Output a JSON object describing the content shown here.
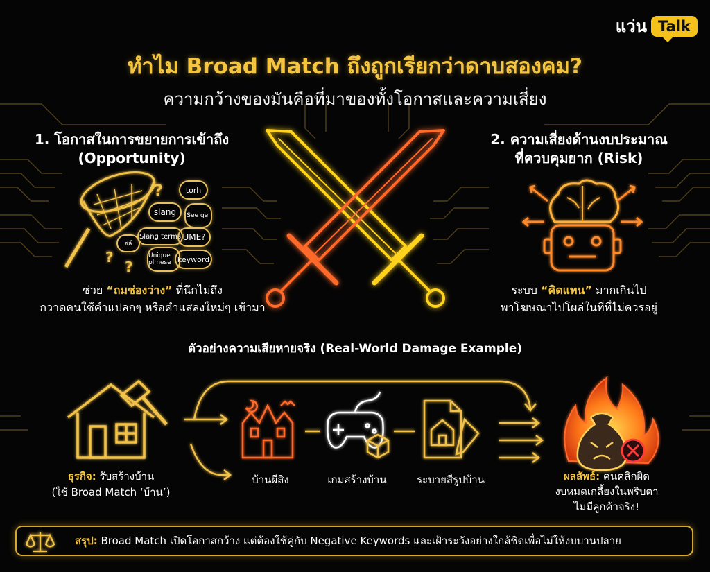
{
  "brand": {
    "name": "แว่น",
    "badge": "Talk"
  },
  "title": "ทำไม Broad Match ถึงถูกเรียกว่าดาบสองคม?",
  "subtitle": "ความกว้างของมันคือที่มาของทั้งโอกาสและความเสี่ยง",
  "opportunity": {
    "heading_line1": "1. โอกาสในการขยายการเข้าถึง",
    "heading_line2": "(Opportunity)",
    "desc_prefix": "ช่วย ",
    "desc_emphasis": "“ถมช่องว่าง”",
    "desc_suffix": " ที่นึกไม่ถึง",
    "desc_line2": "กวาดคนใช้คำแปลกๆ หรือคำแสลงใหม่ๆ เข้ามา",
    "bubbles": [
      "torh",
      "slang",
      "See gel",
      "Slang terms",
      "UME?",
      "Unique plmese",
      "keyword",
      "อ่ล์"
    ]
  },
  "risk": {
    "heading_line1": "2. ความเสี่ยงด้านงบประมาณ",
    "heading_line2": "ที่ควบคุมยาก (Risk)",
    "desc_prefix": "ระบบ ",
    "desc_emphasis": "“คิดแทน”",
    "desc_suffix": " มากเกินไป",
    "desc_line2": "พาโฆษณาไปโผล่ในที่ที่ไม่ควรอยู่"
  },
  "example": {
    "heading": "ตัวอย่างความเสียหายจริง (Real-World Damage Example)",
    "business_label": "ธุรกิจ:",
    "business_value": " รับสร้างบ้าน",
    "business_line2": "(ใช้ Broad Match ‘บ้าน’)",
    "items": [
      "บ้านผีสิง",
      "เกมสร้างบ้าน",
      "ระบายสีรูปบ้าน"
    ],
    "result_label": "ผลลัพธ์:",
    "result_value": " คนคลิกผิด",
    "result_line2": "งบหมดเกลี้ยงในพริบตา",
    "result_line3": "ไม่มีลูกค้าจริง!"
  },
  "summary": {
    "label": "สรุป:",
    "text": " Broad Match เปิดโอกาสกว้าง แต่ต้องใช้คู่กับ Negative Keywords และเฝ้าระวังอย่างใกล้ชิดเพื่อไม่ให้งบบานปลาย"
  },
  "colors": {
    "gold": "#f5c542",
    "orange": "#ff6a2b",
    "yellow_sword": "#ffd21f",
    "background": "#050505"
  },
  "icons": [
    "butterfly-net-icon",
    "brain-robot-icon",
    "house-hammer-icon",
    "haunted-house-icon",
    "gamepad-icon",
    "coloring-page-icon",
    "burning-money-bag-icon",
    "scale-icon"
  ]
}
